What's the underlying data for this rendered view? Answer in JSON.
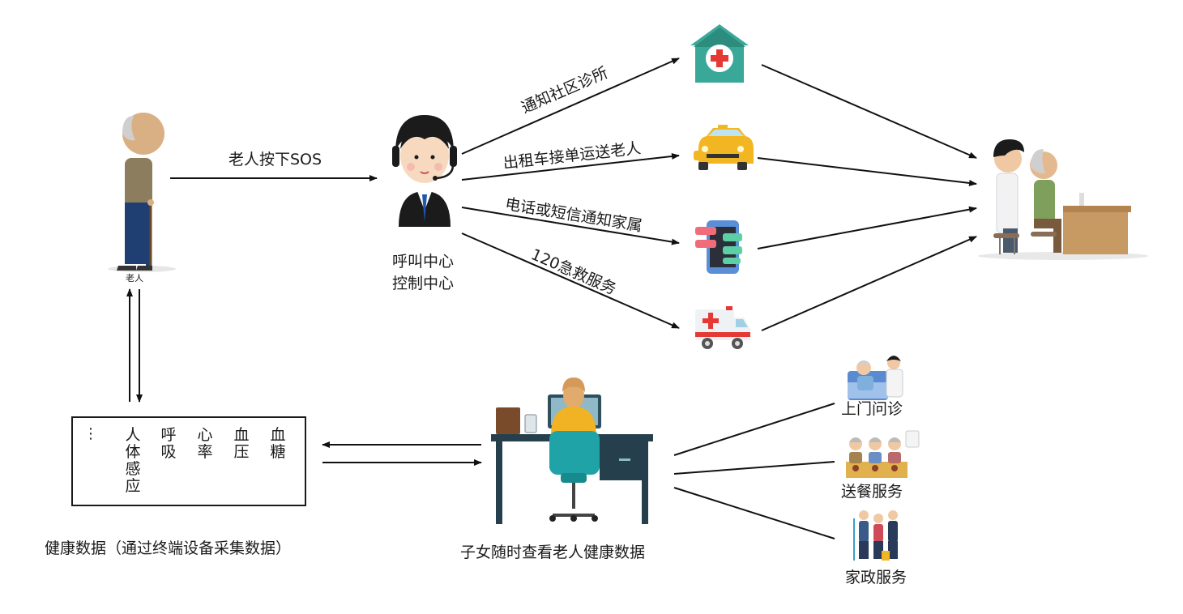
{
  "elder": {
    "label": "老人"
  },
  "flow": {
    "sos_label": "老人按下SOS",
    "call_center_line1": "呼叫中心",
    "call_center_line2": "控制中心",
    "notify_clinic": "通知社区诊所",
    "taxi_label": "出租车接单运送老人",
    "notify_family": "电话或短信通知家属",
    "emergency_label": "120急救服务"
  },
  "health": {
    "dots": "⋮",
    "columns": [
      {
        "chars": [
          "人",
          "体",
          "感",
          "应"
        ]
      },
      {
        "chars": [
          "呼",
          "吸"
        ]
      },
      {
        "chars": [
          "心",
          "率"
        ]
      },
      {
        "chars": [
          "血",
          "压"
        ]
      },
      {
        "chars": [
          "血",
          "糖"
        ]
      }
    ],
    "caption": "健康数据（通过终端设备采集数据）"
  },
  "children": {
    "caption": "子女随时查看老人健康数据"
  },
  "services": {
    "home_visit": "上门问诊",
    "meal_delivery": "送餐服务",
    "housekeeping": "家政服务"
  },
  "colors": {
    "line": "#111111",
    "teal": "#3aa898",
    "red": "#e53935",
    "taxi_yellow": "#f3b623",
    "desk": "#25404c",
    "chair": "#1fa3a6"
  }
}
